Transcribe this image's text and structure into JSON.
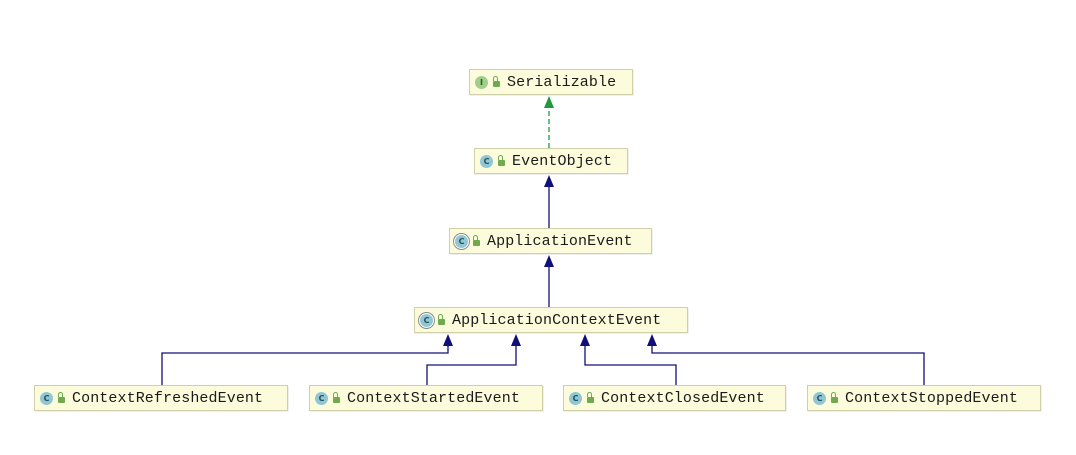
{
  "diagram": {
    "nodes": [
      {
        "id": "serializable",
        "name": "Serializable",
        "kind_icon": "I",
        "kind": "interface"
      },
      {
        "id": "event-object",
        "name": "EventObject",
        "kind_icon": "C",
        "kind": "class"
      },
      {
        "id": "application-event",
        "name": "ApplicationEvent",
        "kind_icon": "C",
        "kind": "abstract"
      },
      {
        "id": "application-context-event",
        "name": "ApplicationContextEvent",
        "kind_icon": "C",
        "kind": "abstract"
      },
      {
        "id": "context-refreshed-event",
        "name": "ContextRefreshedEvent",
        "kind_icon": "C",
        "kind": "class"
      },
      {
        "id": "context-started-event",
        "name": "ContextStartedEvent",
        "kind_icon": "C",
        "kind": "class"
      },
      {
        "id": "context-closed-event",
        "name": "ContextClosedEvent",
        "kind_icon": "C",
        "kind": "class"
      },
      {
        "id": "context-stopped-event",
        "name": "ContextStoppedEvent",
        "kind_icon": "C",
        "kind": "class"
      }
    ],
    "edges": [
      {
        "from": "event-object",
        "to": "serializable",
        "type": "implements"
      },
      {
        "from": "application-event",
        "to": "event-object",
        "type": "extends"
      },
      {
        "from": "application-context-event",
        "to": "application-event",
        "type": "extends"
      },
      {
        "from": "context-refreshed-event",
        "to": "application-context-event",
        "type": "extends"
      },
      {
        "from": "context-started-event",
        "to": "application-context-event",
        "type": "extends"
      },
      {
        "from": "context-closed-event",
        "to": "application-context-event",
        "type": "extends"
      },
      {
        "from": "context-stopped-event",
        "to": "application-context-event",
        "type": "extends"
      }
    ],
    "colors": {
      "extends_line": "#10107a",
      "implements_line": "#1e9a3c"
    }
  }
}
